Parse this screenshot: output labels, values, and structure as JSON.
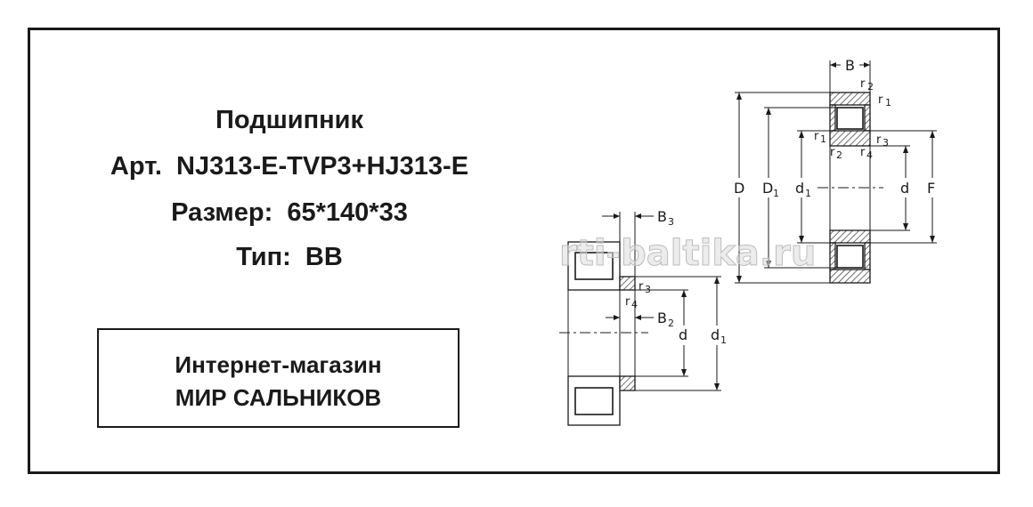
{
  "product": {
    "name": "Подшипник",
    "article": "Арт.  NJ313-E-TVP3+HJ313-E",
    "size": "Размер:  65*140*33",
    "type": "Тип:  ВВ"
  },
  "shop": {
    "line1": "Интернет-магазин",
    "line2": "МИР САЛЬНИКОВ"
  },
  "watermark": "rti-baltika.ru",
  "bearing_labels": {
    "B": "B",
    "r1_top": "r",
    "r1_top_sub": "1",
    "r2_top": "r",
    "r2_top_sub": "2",
    "r1_inner": "r",
    "r1_inner_sub": "1",
    "r2_inner": "r",
    "r2_inner_sub": "2",
    "r3": "r",
    "r3_sub": "3",
    "r4": "r",
    "r4_sub": "4",
    "D": "D",
    "D1": "D",
    "D1_sub": "1",
    "d1": "d",
    "d1_sub": "1",
    "d": "d",
    "F": "F"
  },
  "ring_labels": {
    "B3": "B",
    "B3_sub": "3",
    "B2": "B",
    "B2_sub": "2",
    "r3": "r",
    "r3_sub": "3",
    "r4": "r",
    "r4_sub": "4",
    "d": "d",
    "d1": "d",
    "d1_sub": "1"
  }
}
